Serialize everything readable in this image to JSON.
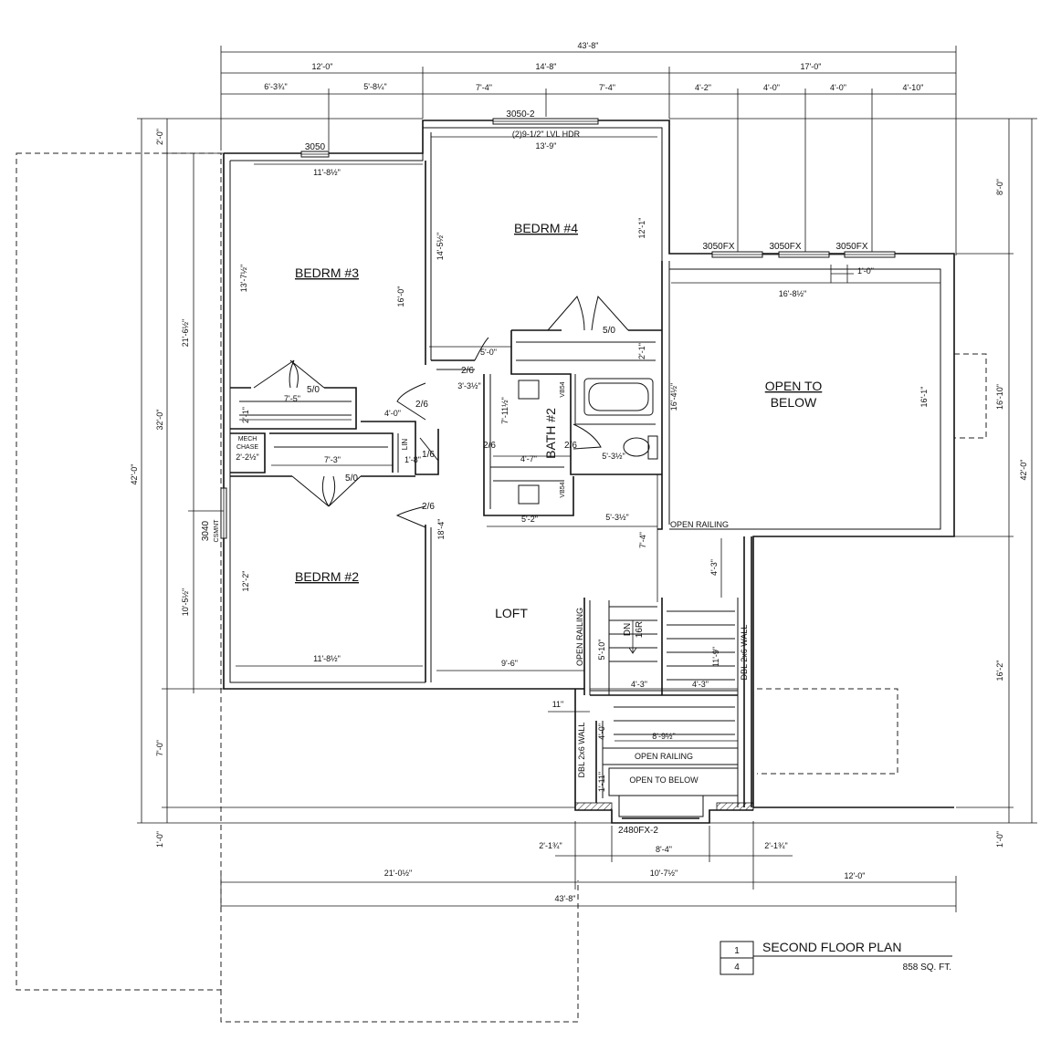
{
  "rooms": {
    "bedroom3": "BEDRM #3",
    "bedroom4": "BEDRM #4",
    "bedroom2": "BEDRM #2",
    "bath2": "BATH #2",
    "loft": "LOFT",
    "open_below_1": "OPEN TO",
    "open_below_2": "BELOW"
  },
  "labels": {
    "mech_1": "MECH",
    "mech_2": "CHASE",
    "lin": "LIN",
    "open_railing": "OPEN RAILING",
    "open_to_below": "OPEN TO BELOW",
    "dbl_wall": "DBL 2x6 WALL",
    "dn": "DN",
    "risers": "16R",
    "csmnt": "CSMNT",
    "vb54": "VB54",
    "header": "(2)9-1/2\" LVL HDR"
  },
  "windows": {
    "w3050": "3050",
    "w3050_2": "3050-2",
    "w3050fx": "3050FX",
    "w3040": "3040",
    "w2480": "2480FX-2"
  },
  "doors": {
    "d50": "5/0",
    "d26": "2/6",
    "d16": "1/6"
  },
  "dims": {
    "overall": "43'-8\"",
    "top_12": "12'-0\"",
    "top_14_8": "14'-8\"",
    "top_17": "17'-0\"",
    "top_6_3_3_4": "6'-3¾\"",
    "top_5_8_1_4": "5'-8¼\"",
    "top_7_4": "7'-4\"",
    "top_4_2": "4'-2\"",
    "top_4_0": "4'-0\"",
    "top_4_10": "4'-10\"",
    "l_2_0": "2'-0\"",
    "l_32_0": "32'-0\"",
    "l_42_0": "42'-0\"",
    "l_21_6": "21'-6½\"",
    "l_10_5": "10'-5½\"",
    "l_7_0": "7'-0\"",
    "l_1_0": "1'-0\"",
    "r_8_0": "8'-0\"",
    "r_16_10": "16'-10\"",
    "r_16_2": "16'-2\"",
    "r_42_0": "42'-0\"",
    "r_1_0": "1'-0\"",
    "b_2_1_3_4": "2'-1¾\"",
    "b_8_4": "8'-4\"",
    "b_21_0": "21'-0½\"",
    "b_10_7": "10'-7½\"",
    "b_12_0": "12'-0\"",
    "b_43_8": "43'-8\"",
    "i_11_8": "11'-8½\"",
    "i_13_9": "13'-9\"",
    "i_13_7": "13'-7½\"",
    "i_16_0": "16'-0\"",
    "i_14_5": "14'-5½\"",
    "i_12_1": "12'-1\"",
    "i_16_8": "16'-8½\"",
    "i_1_0": "1'-0\"",
    "i_16_1": "16'-1\"",
    "i_16_4": "16'-4½\"",
    "i_5_0": "5'-0\"",
    "i_2_1": "2'-1\"",
    "i_7_5": "7'-5\"",
    "i_4_0": "4'-0\"",
    "i_2_2": "2'-2½\"",
    "i_7_3": "7'-3\"",
    "i_1_8": "1'-8\"",
    "i_3_3": "3'-3½\"",
    "i_7_11": "7'-11½\"",
    "i_4_7": "4'-7\"",
    "i_5_3": "5'-3½\"",
    "i_5_2": "5'-2\"",
    "i_18_4": "18'-4\"",
    "i_7_4": "7'-4\"",
    "i_4_3": "4'-3\"",
    "i_12_2": "12'-2\"",
    "i_9_6": "9'-6\"",
    "i_5_10": "5'-10\"",
    "i_11_9": "11'-9\"",
    "i_11in": "11\"",
    "i_8_9": "8'-9½\"",
    "i_1_11": "1'-11\""
  },
  "title_block": {
    "sheet_num": "1",
    "sheet_ref": "4",
    "title": "SECOND FLOOR PLAN",
    "area": "858 SQ. FT."
  }
}
